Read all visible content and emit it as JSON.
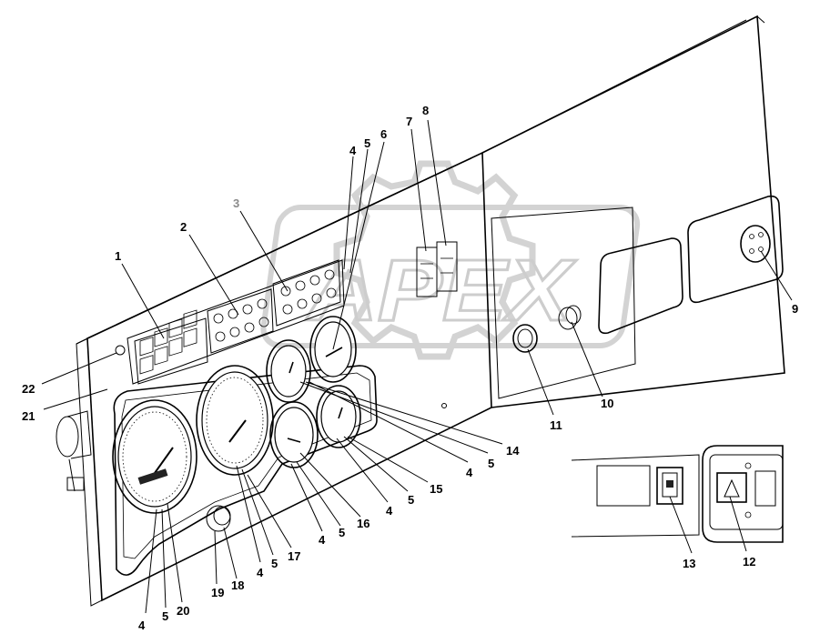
{
  "watermark": {
    "text": "APEX"
  },
  "callouts": [
    {
      "id": "c1",
      "text": "1"
    },
    {
      "id": "c2",
      "text": "2"
    },
    {
      "id": "c3",
      "text": "3"
    },
    {
      "id": "c4a",
      "text": "4"
    },
    {
      "id": "c5a",
      "text": "5"
    },
    {
      "id": "c6",
      "text": "6"
    },
    {
      "id": "c7",
      "text": "7"
    },
    {
      "id": "c8",
      "text": "8"
    },
    {
      "id": "c9",
      "text": "9"
    },
    {
      "id": "c10",
      "text": "10"
    },
    {
      "id": "c11",
      "text": "11"
    },
    {
      "id": "c12",
      "text": "12"
    },
    {
      "id": "c13",
      "text": "13"
    },
    {
      "id": "c14",
      "text": "14"
    },
    {
      "id": "c5b",
      "text": "5"
    },
    {
      "id": "c4b",
      "text": "4"
    },
    {
      "id": "c15",
      "text": "15"
    },
    {
      "id": "c5c",
      "text": "5"
    },
    {
      "id": "c4c",
      "text": "4"
    },
    {
      "id": "c16",
      "text": "16"
    },
    {
      "id": "c5d",
      "text": "5"
    },
    {
      "id": "c4d",
      "text": "4"
    },
    {
      "id": "c17",
      "text": "17"
    },
    {
      "id": "c5e",
      "text": "5"
    },
    {
      "id": "c4e",
      "text": "4"
    },
    {
      "id": "c18",
      "text": "18"
    },
    {
      "id": "c19",
      "text": "19"
    },
    {
      "id": "c20",
      "text": "20"
    },
    {
      "id": "c5f",
      "text": "5"
    },
    {
      "id": "c4f",
      "text": "4"
    },
    {
      "id": "c21",
      "text": "21"
    },
    {
      "id": "c22",
      "text": "22"
    }
  ]
}
